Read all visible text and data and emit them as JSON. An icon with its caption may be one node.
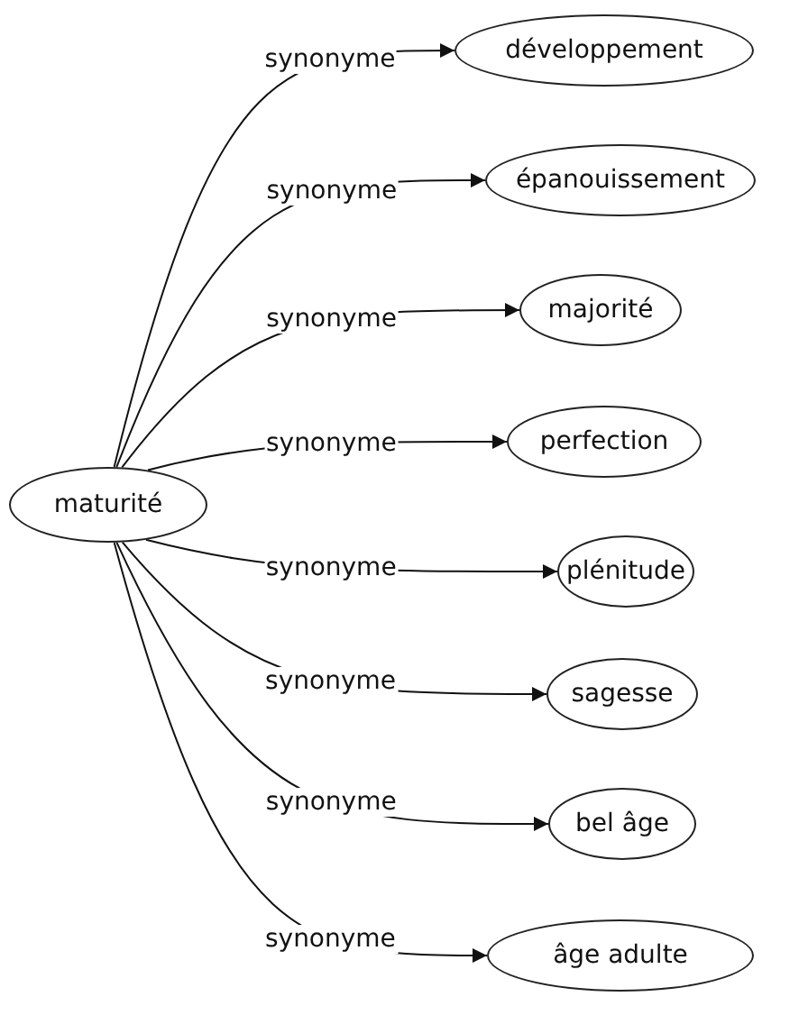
{
  "diagram": {
    "nodes": [
      {
        "text": [
          "maturité"
        ]
      },
      {
        "text": [
          "développement"
        ]
      },
      {
        "text": [
          "épanouissement"
        ]
      },
      {
        "text": [
          "majorité"
        ]
      },
      {
        "text": [
          "perfection"
        ]
      },
      {
        "text": [
          "plénitude"
        ]
      },
      {
        "text": [
          "sagesse"
        ]
      },
      {
        "text": [
          "bel âge"
        ]
      },
      {
        "text": [
          "âge adulte"
        ]
      }
    ],
    "edges": [
      {
        "from": 0,
        "to": 1,
        "arrow": "to",
        "label": "synonyme"
      },
      {
        "from": 0,
        "to": 2,
        "arrow": "to",
        "label": "synonyme"
      },
      {
        "from": 0,
        "to": 3,
        "arrow": "to",
        "label": "synonyme"
      },
      {
        "from": 0,
        "to": 4,
        "arrow": "to",
        "label": "synonyme"
      },
      {
        "from": 0,
        "to": 5,
        "arrow": "to",
        "label": "synonyme"
      },
      {
        "from": 0,
        "to": 6,
        "arrow": "to",
        "label": "synonyme"
      },
      {
        "from": 0,
        "to": 7,
        "arrow": "to",
        "label": "synonyme"
      },
      {
        "from": 0,
        "to": 8,
        "arrow": "to",
        "label": "synonyme"
      }
    ]
  }
}
